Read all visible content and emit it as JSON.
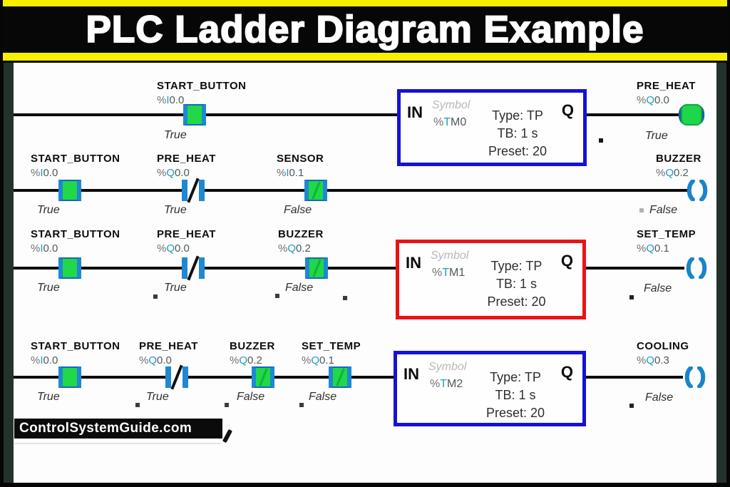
{
  "frame": {
    "title": "PLC Ladder Diagram Example",
    "watermark": "ControlSystemGuide.com"
  },
  "colors": {
    "banner_yellow": "#f8ef00",
    "contact_green": "#20d848",
    "contact_bar_blue": "#1e88d2",
    "coil_blue": "#1a85c8",
    "timer_border_blue": "#1512d4",
    "timer_border_red": "#ea1313",
    "rail_dark": "#23332c"
  },
  "timer_labels": {
    "in": "IN",
    "q": "Q",
    "symbol": "Symbol"
  },
  "rungs": [
    {
      "contacts": [
        {
          "name": "START_BUTTON",
          "addr_pre": "%",
          "addr_sym": "I",
          "addr_rest": "0.0",
          "state": "True"
        }
      ],
      "timer": {
        "tag_pre": "%",
        "tag_sym": "T",
        "tag_rest": "M0",
        "type": "Type: TP",
        "tb": "TB: 1 s",
        "preset": "Preset: 20"
      },
      "coil": {
        "name": "PRE_HEAT",
        "addr_pre": "%",
        "addr_sym": "Q",
        "addr_rest": "0.0",
        "state": "True"
      }
    },
    {
      "contacts": [
        {
          "name": "START_BUTTON",
          "addr_pre": "%",
          "addr_sym": "I",
          "addr_rest": "0.0",
          "state": "True"
        },
        {
          "name": "PRE_HEAT",
          "addr_pre": "%",
          "addr_sym": "Q",
          "addr_rest": "0.0",
          "state": "True"
        },
        {
          "name": "SENSOR",
          "addr_pre": "%",
          "addr_sym": "I",
          "addr_rest": "0.1",
          "state": "False"
        }
      ],
      "coil": {
        "name": "BUZZER",
        "addr_pre": "%",
        "addr_sym": "Q",
        "addr_rest": "0.2",
        "state": "False"
      }
    },
    {
      "contacts": [
        {
          "name": "START_BUTTON",
          "addr_pre": "%",
          "addr_sym": "I",
          "addr_rest": "0.0",
          "state": "True"
        },
        {
          "name": "PRE_HEAT",
          "addr_pre": "%",
          "addr_sym": "Q",
          "addr_rest": "0.0",
          "state": "True"
        },
        {
          "name": "BUZZER",
          "addr_pre": "%",
          "addr_sym": "Q",
          "addr_rest": "0.2",
          "state": "False"
        }
      ],
      "timer": {
        "tag_pre": "%",
        "tag_sym": "T",
        "tag_rest": "M1",
        "type": "Type: TP",
        "tb": "TB: 1 s",
        "preset": "Preset: 20"
      },
      "coil": {
        "name": "SET_TEMP",
        "addr_pre": "%",
        "addr_sym": "Q",
        "addr_rest": "0.1",
        "state": "False"
      }
    },
    {
      "contacts": [
        {
          "name": "START_BUTTON",
          "addr_pre": "%",
          "addr_sym": "I",
          "addr_rest": "0.0",
          "state": "True"
        },
        {
          "name": "PRE_HEAT",
          "addr_pre": "%",
          "addr_sym": "Q",
          "addr_rest": "0.0",
          "state": "True"
        },
        {
          "name": "BUZZER",
          "addr_pre": "%",
          "addr_sym": "Q",
          "addr_rest": "0.2",
          "state": "False"
        },
        {
          "name": "SET_TEMP",
          "addr_pre": "%",
          "addr_sym": "Q",
          "addr_rest": "0.1",
          "state": "False"
        }
      ],
      "timer": {
        "tag_pre": "%",
        "tag_sym": "T",
        "tag_rest": "M2",
        "type": "Type: TP",
        "tb": "TB: 1 s",
        "preset": "Preset: 20"
      },
      "coil": {
        "name": "COOLING",
        "addr_pre": "%",
        "addr_sym": "Q",
        "addr_rest": "0.3",
        "state": "False"
      }
    }
  ]
}
